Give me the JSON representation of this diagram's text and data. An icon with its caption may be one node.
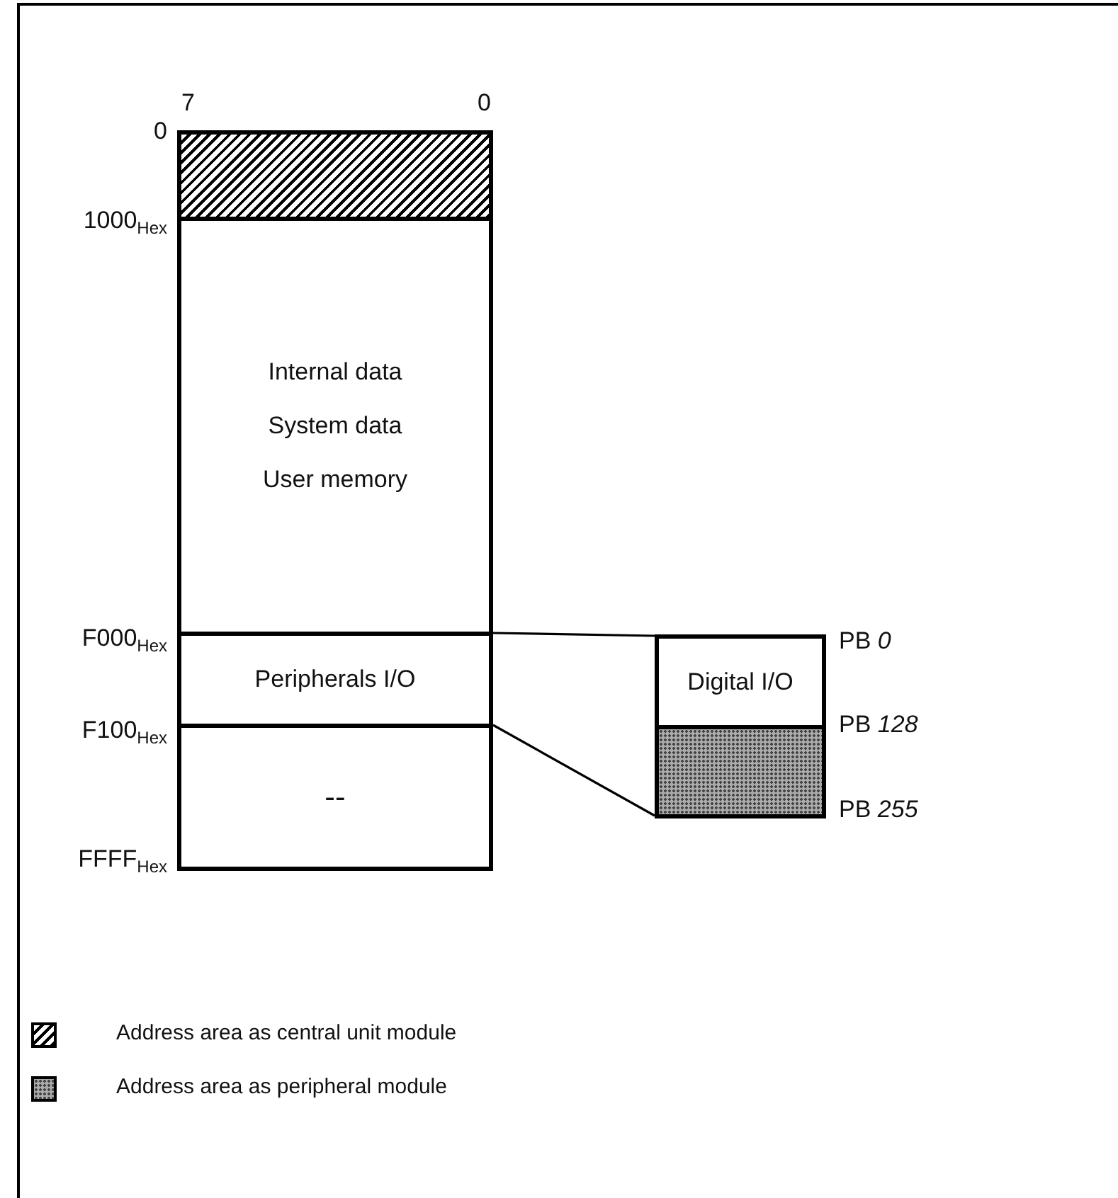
{
  "diagram": {
    "nodes": [
      {
        "text": [],
        "shape": "box"
      },
      {
        "text": [
          "Internal data",
          "System data",
          "User memory"
        ]
      },
      {
        "text": [
          "Peripherals I/O"
        ]
      },
      {
        "text": [
          "--"
        ]
      },
      {
        "text": [
          "Digital I/O"
        ]
      },
      {
        "text": [],
        "shape": "box"
      }
    ],
    "edges": [
      {
        "from": 2,
        "to": 4,
        "arrow": "none"
      },
      {
        "from": 2,
        "to": 5,
        "arrow": "none"
      }
    ],
    "labels": [
      "7",
      "0",
      "0",
      "1000$_{Hex}$",
      "F000$_{Hex}$",
      "F100$_{Hex}$",
      "FFFF$_{Hex}$",
      "PB *0*",
      "PB *128*",
      "PB *255*"
    ],
    "legend": [
      {
        "text": "Address area as central unit module"
      },
      {
        "text": "Address area as peripheral module"
      }
    ]
  }
}
